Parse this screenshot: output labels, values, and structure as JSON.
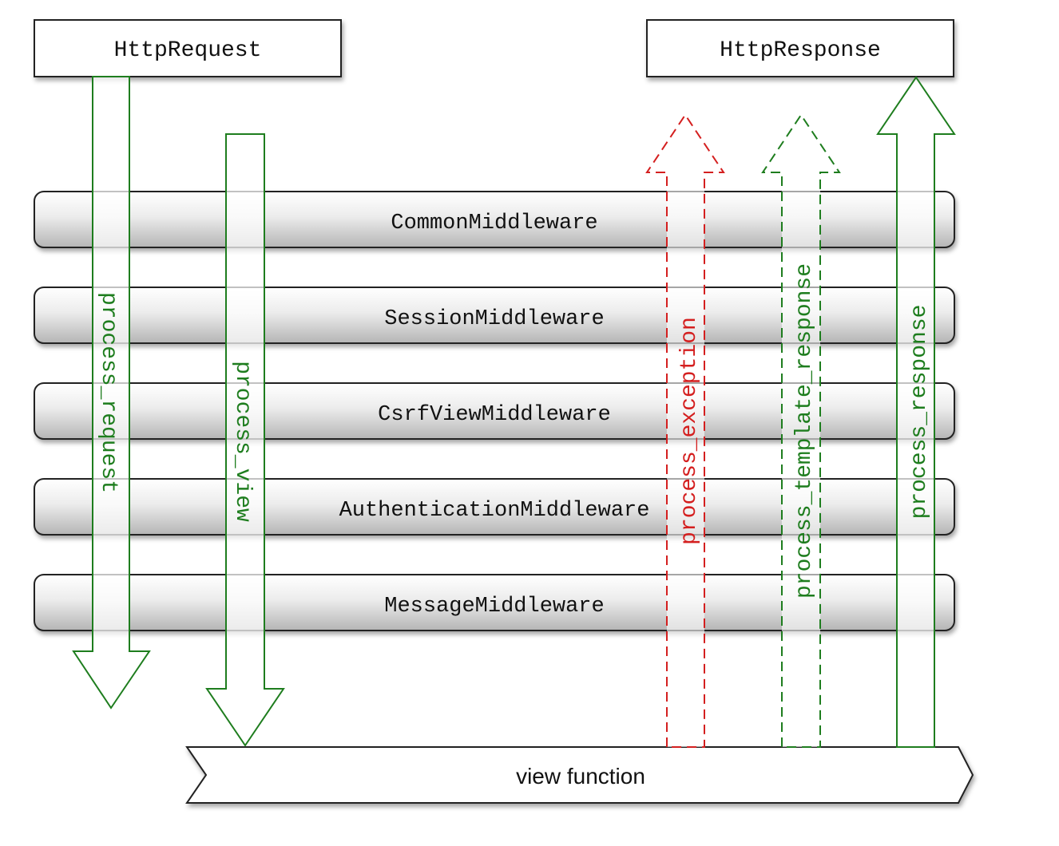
{
  "request_box": {
    "label": "HttpRequest"
  },
  "response_box": {
    "label": "HttpResponse"
  },
  "middlewares": [
    {
      "label": "CommonMiddleware"
    },
    {
      "label": "SessionMiddleware"
    },
    {
      "label": "CsrfViewMiddleware"
    },
    {
      "label": "AuthenticationMiddleware"
    },
    {
      "label": "MessageMiddleware"
    }
  ],
  "view": {
    "label": "view function"
  },
  "arrows": {
    "process_request": {
      "label": "process_request",
      "color": "#1e7d1e",
      "style": "solid"
    },
    "process_view": {
      "label": "process_view",
      "color": "#1e7d1e",
      "style": "solid"
    },
    "process_exception": {
      "label": "process_exception",
      "color": "#d41f1f",
      "style": "dashed"
    },
    "process_template_response": {
      "label": "process_template_response",
      "color": "#1e7d1e",
      "style": "dashed"
    },
    "process_response": {
      "label": "process_response",
      "color": "#1e7d1e",
      "style": "solid"
    }
  },
  "colors": {
    "box_border": "#222222",
    "bar_top": "#ffffff",
    "bar_bottom": "#b9b9b9",
    "text": "#111111"
  }
}
